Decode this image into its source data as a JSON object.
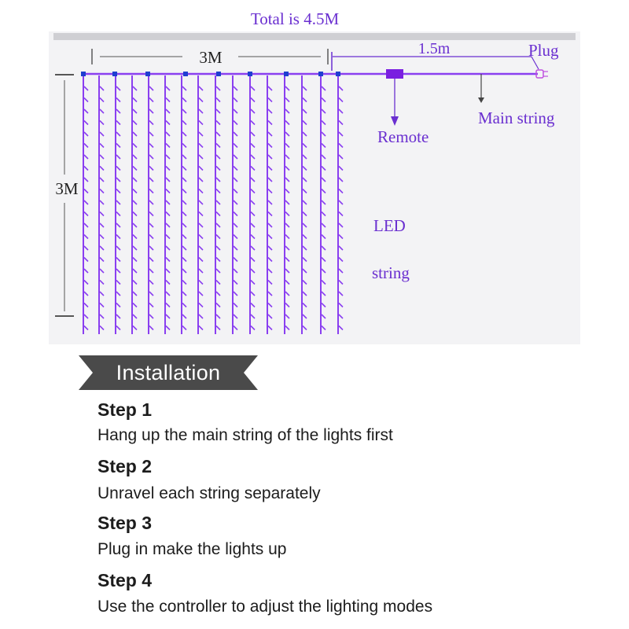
{
  "diagram": {
    "total_label": "Total is 4.5M",
    "width_label": "3M",
    "height_label": "3M",
    "cable_label": "1.5m",
    "plug_label": "Plug",
    "main_string_label": "Main string",
    "remote_label": "Remote",
    "led_label": "LED",
    "string_label": "string",
    "colors": {
      "string": "#8a3ff0",
      "connector": "#1f3fd0",
      "label": "#6a2fd0",
      "remote": "#7a1fe0",
      "panel": "#f3f3f5",
      "plug": "#c050e0"
    }
  },
  "installation": {
    "heading": "Installation",
    "steps": [
      {
        "title": "Step 1",
        "text": "Hang up the main string of the lights first"
      },
      {
        "title": "Step 2",
        "text": "Unravel each string separately"
      },
      {
        "title": "Step 3",
        "text": "Plug in make the lights up"
      },
      {
        "title": "Step 4",
        "text": "Use the controller to adjust the lighting modes"
      }
    ]
  }
}
